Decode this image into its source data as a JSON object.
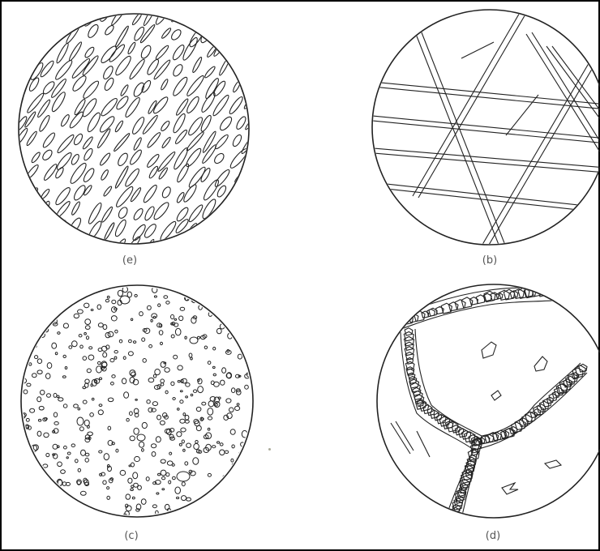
{
  "figure": {
    "panels": [
      {
        "id": "a",
        "label": "(e)",
        "icon": "elongated-inclusions-micrograph-icon"
      },
      {
        "id": "b",
        "label": "(b)",
        "icon": "slip-bands-micrograph-icon"
      },
      {
        "id": "c",
        "label": "(c)",
        "icon": "dispersed-particles-micrograph-icon"
      },
      {
        "id": "d",
        "label": "(d)",
        "icon": "grain-boundary-network-micrograph-icon"
      }
    ]
  },
  "colors": {
    "ink": "#222222",
    "caption": "#555555",
    "frame": "#000000"
  }
}
